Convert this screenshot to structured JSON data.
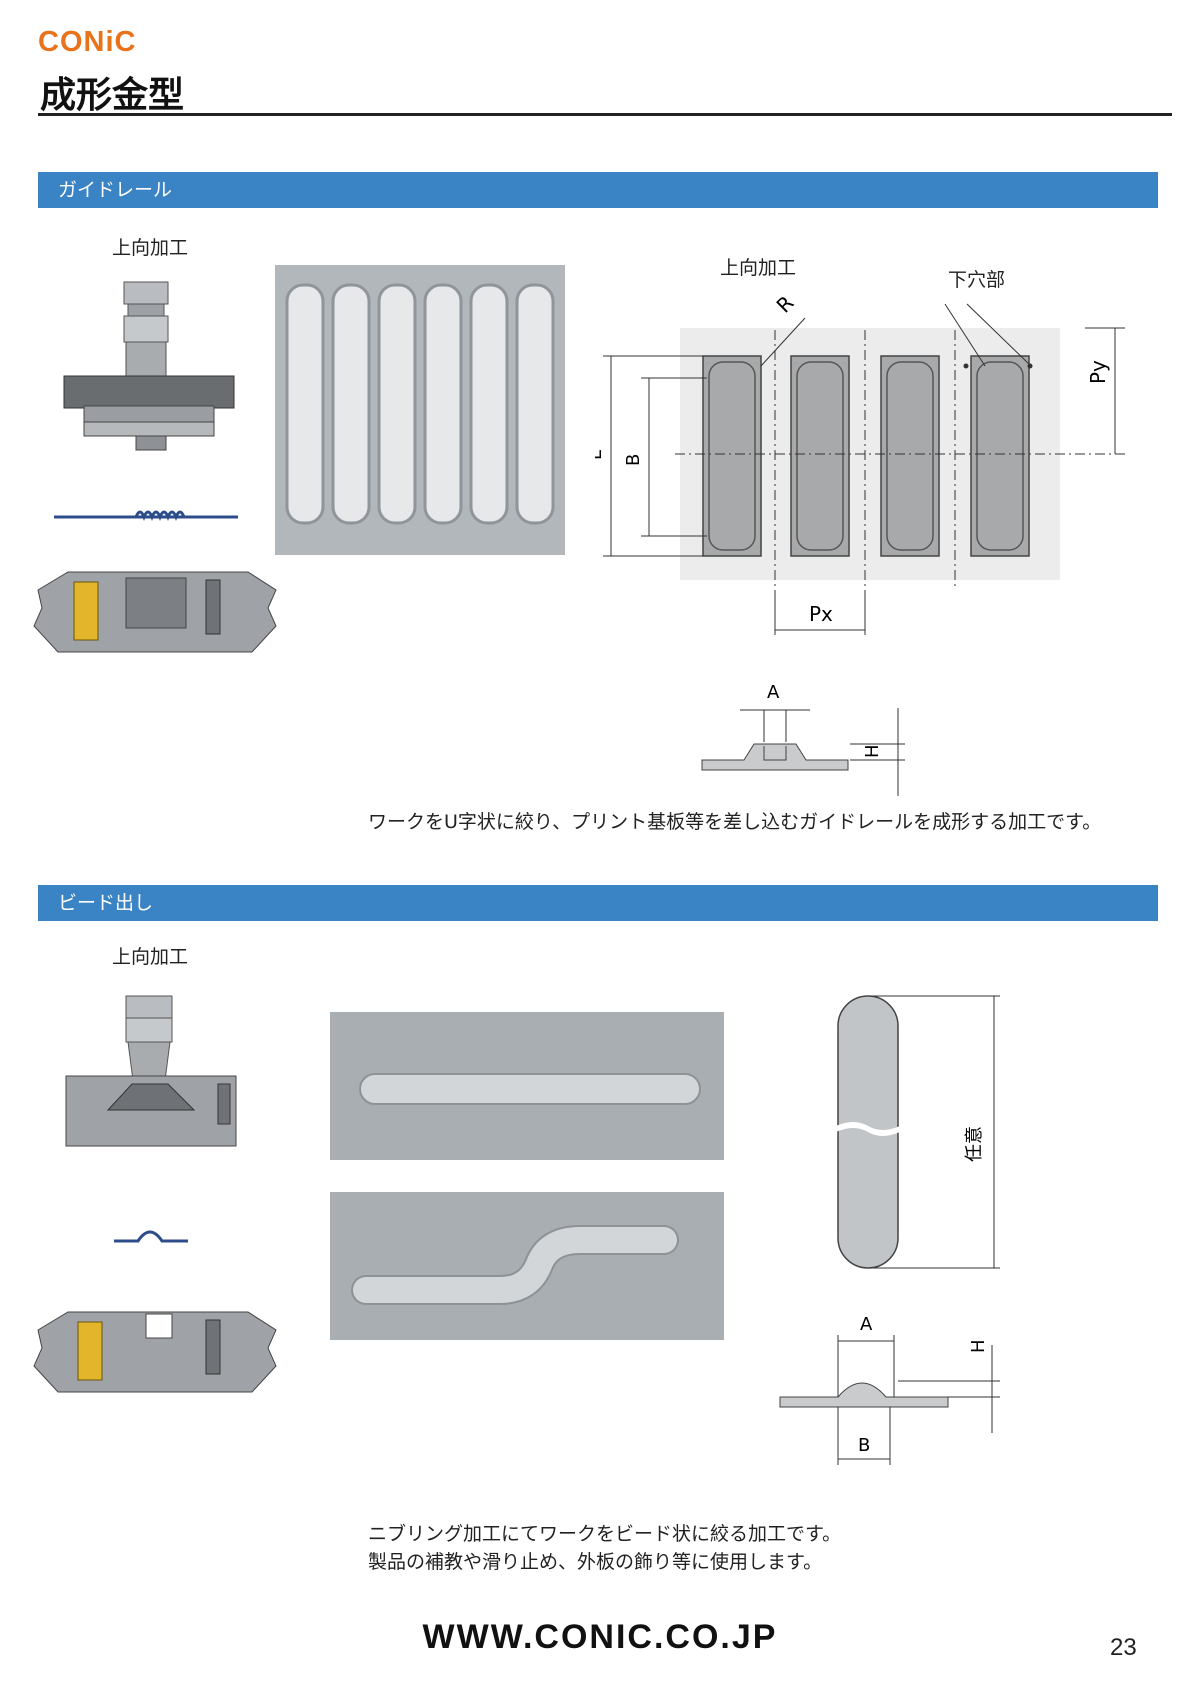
{
  "header": {
    "logo": "CONiC",
    "title": "成形金型"
  },
  "sections": [
    {
      "heading": "ガイドレール",
      "upward_label": "上向加工",
      "diagram": {
        "upward_label": "上向加工",
        "hole_label": "下穴部",
        "dims": {
          "r": "R",
          "l": "L",
          "b": "B",
          "px": "Px",
          "py": "Py",
          "a": "A",
          "h": "H"
        }
      },
      "description": "ワークをU字状に絞り、プリント基板等を差し込むガイドレールを成形する加工です。"
    },
    {
      "heading": "ビード出し",
      "upward_label": "上向加工",
      "diagram": {
        "length_label": "任意",
        "dims": {
          "a": "A",
          "h": "H",
          "b": "B"
        }
      },
      "description_lines": [
        "ニブリング加工にてワークをビード状に絞る加工です。",
        "製品の補教や滑り止め、外板の飾り等に使用します。"
      ]
    }
  ],
  "footer": {
    "url": "WWW.CONIC.CO.JP",
    "page_number": "23"
  },
  "colors": {
    "brand": "#e8731a",
    "section_bar": "#3a83c4"
  }
}
